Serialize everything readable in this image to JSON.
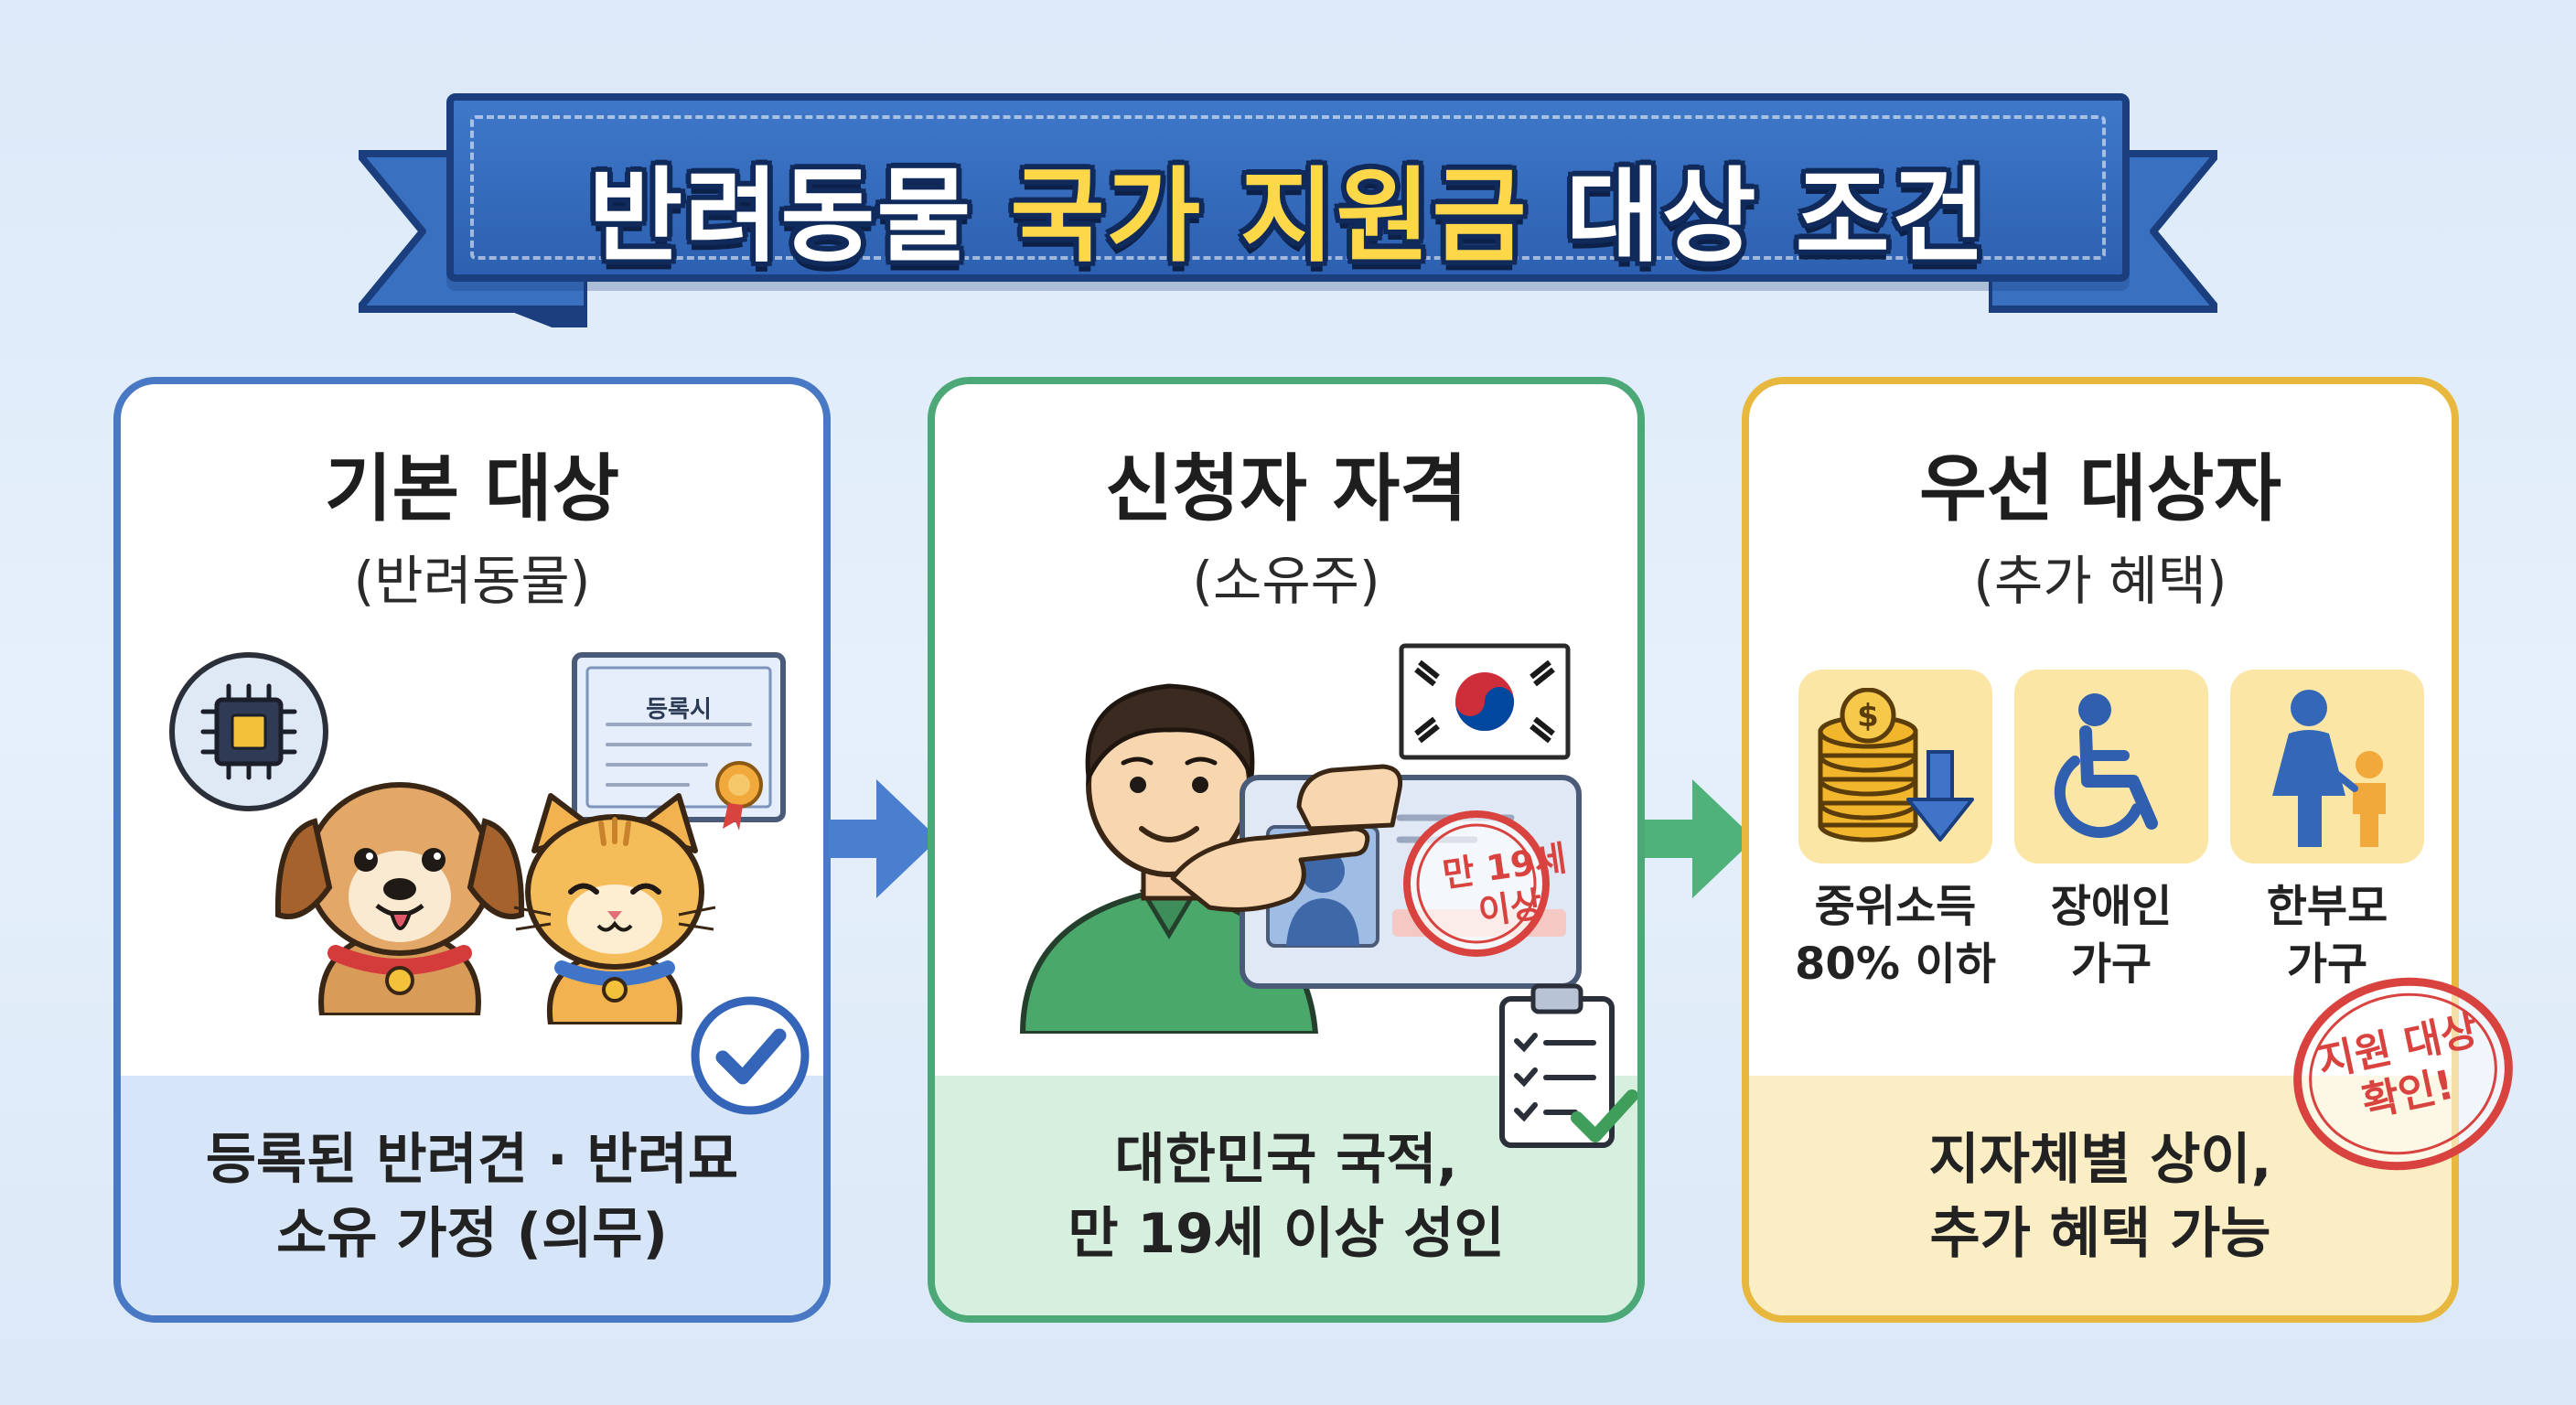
{
  "banner": {
    "title_part1": "반려동물 ",
    "title_highlight": "국가 지원금",
    "title_part2": " 대상 조건"
  },
  "cards": [
    {
      "title": "기본 대상",
      "subtitle": "(반려동물)",
      "certificate_label": "등록시",
      "desc_line1": "등록된 반려견 · 반려묘",
      "desc_line2": "소유 가정 (의무)"
    },
    {
      "title": "신청자 자격",
      "subtitle": "(소유주)",
      "id_stamp_line1": "만 19세",
      "id_stamp_line2": "이상",
      "desc_line1": "대한민국 국적,",
      "desc_line2": "만 19세 이상 성인"
    },
    {
      "title": "우선 대상자",
      "subtitle": "(추가 혜택)",
      "priority": [
        {
          "icon": "coins-down-icon",
          "line1": "중위소득",
          "line2": "80% 이하"
        },
        {
          "icon": "wheelchair-icon",
          "line1": "장애인",
          "line2": "가구"
        },
        {
          "icon": "single-parent-icon",
          "line1": "한부모",
          "line2": "가구"
        }
      ],
      "stamp_line1": "지원 대상",
      "stamp_line2": "확인!",
      "desc_line1": "지자체별 상이,",
      "desc_line2": "추가 혜택 가능"
    }
  ],
  "colors": {
    "blue": "#4978c4",
    "green": "#4ca877",
    "yellow": "#e8b83e",
    "banner": "#2d60b0",
    "highlight": "#ffd84a",
    "stamp_red": "#d9433f"
  }
}
